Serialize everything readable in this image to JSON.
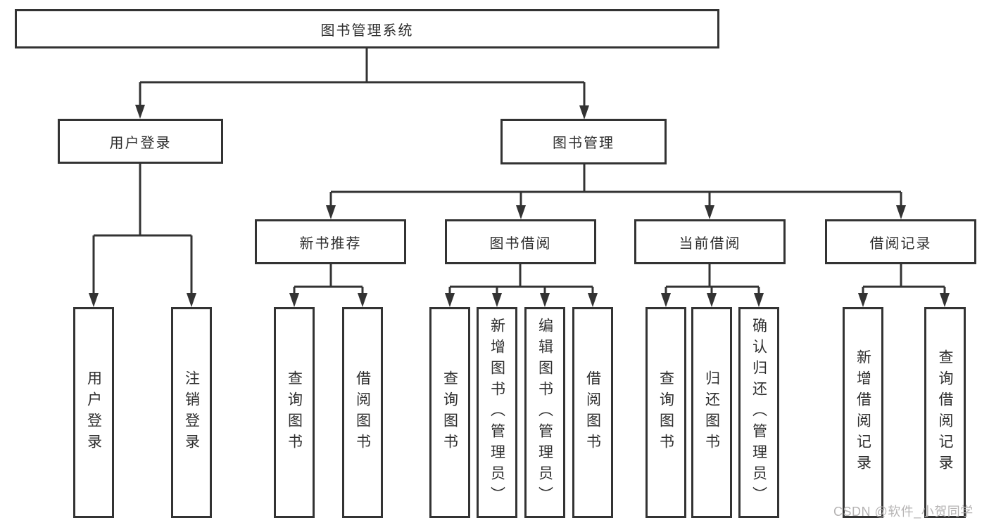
{
  "diagram_title": "图书管理系统",
  "watermark": "CSDN @软件_小贺同学",
  "colors": {
    "line": "#333333",
    "box_border": "#333333",
    "text": "#2f2f2f",
    "watermark": "#b2b0b0",
    "background": "#ffffff"
  },
  "tree": {
    "root": {
      "label": "图书管理系统"
    },
    "branches": [
      {
        "label": "用户登录",
        "leaves": [
          {
            "label": "用户登录"
          },
          {
            "label": "注销登录"
          }
        ]
      },
      {
        "label": "图书管理",
        "groups": [
          {
            "label": "新书推荐",
            "leaves": [
              {
                "label": "查询图书"
              },
              {
                "label": "借阅图书"
              }
            ]
          },
          {
            "label": "图书借阅",
            "leaves": [
              {
                "label": "查询图书"
              },
              {
                "label": "新增图书（管理员）"
              },
              {
                "label": "编辑图书（管理员）"
              },
              {
                "label": "借阅图书"
              }
            ]
          },
          {
            "label": "当前借阅",
            "leaves": [
              {
                "label": "查询图书"
              },
              {
                "label": "归还图书"
              },
              {
                "label": "确认归还（管理员）"
              }
            ]
          },
          {
            "label": "借阅记录",
            "leaves": [
              {
                "label": "新增借阅记录"
              },
              {
                "label": "查询借阅记录"
              }
            ]
          }
        ]
      }
    ]
  }
}
